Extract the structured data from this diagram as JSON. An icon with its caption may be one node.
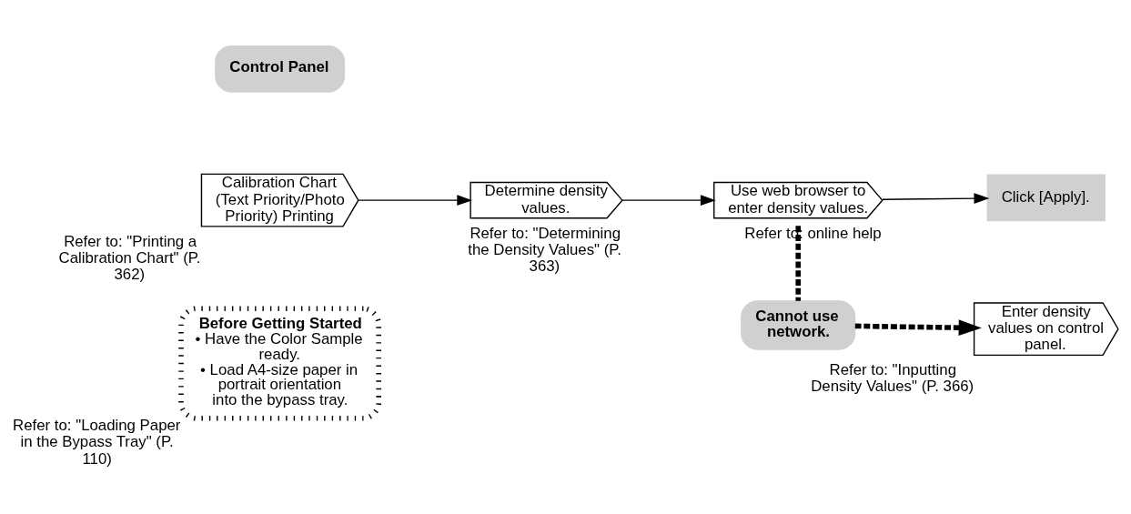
{
  "diagram": {
    "nodes": [
      {
        "text": [
          "Before Getting Started",
          "• Have the Color Sample ready.",
          "• Load A4-size paper in portrait orientation into the bypass tray."
        ],
        "beside": [
          "Refer to: \"Loading Paper in the Bypass Tray\" (P. 110)"
        ]
      },
      {
        "text": [
          "Control Panel"
        ]
      },
      {
        "text": [
          "Calibration Chart (Text Priority/Photo Priority) Printing"
        ],
        "beside": [
          "Refer to: \"Printing a Calibration Chart\" (P. 362)"
        ]
      },
      {
        "text": [
          "Determine density values."
        ],
        "beside": [
          "Refer to: \"Determining the Density Values\" (P. 363)"
        ]
      },
      {
        "text": [
          "Use web browser to enter density values."
        ],
        "beside": [
          "Refer to: online help"
        ]
      },
      {
        "text": [
          "Click [Apply]."
        ]
      },
      {
        "text": [
          "Cannot use network."
        ]
      },
      {
        "text": [
          "Enter density values on control panel."
        ],
        "beside": [
          "Refer to: \"Inputting Density Values\" (P. 366)"
        ]
      }
    ],
    "edges": [
      {
        "from": 2,
        "to": 3,
        "arrow": "to"
      },
      {
        "from": 3,
        "to": 4,
        "arrow": "to"
      },
      {
        "from": 4,
        "to": 5,
        "arrow": "to"
      },
      {
        "from": 4,
        "to": 6,
        "arrow": "none",
        "style": "dashed"
      },
      {
        "from": 6,
        "to": 7,
        "arrow": "to",
        "style": "dashed"
      }
    ]
  }
}
